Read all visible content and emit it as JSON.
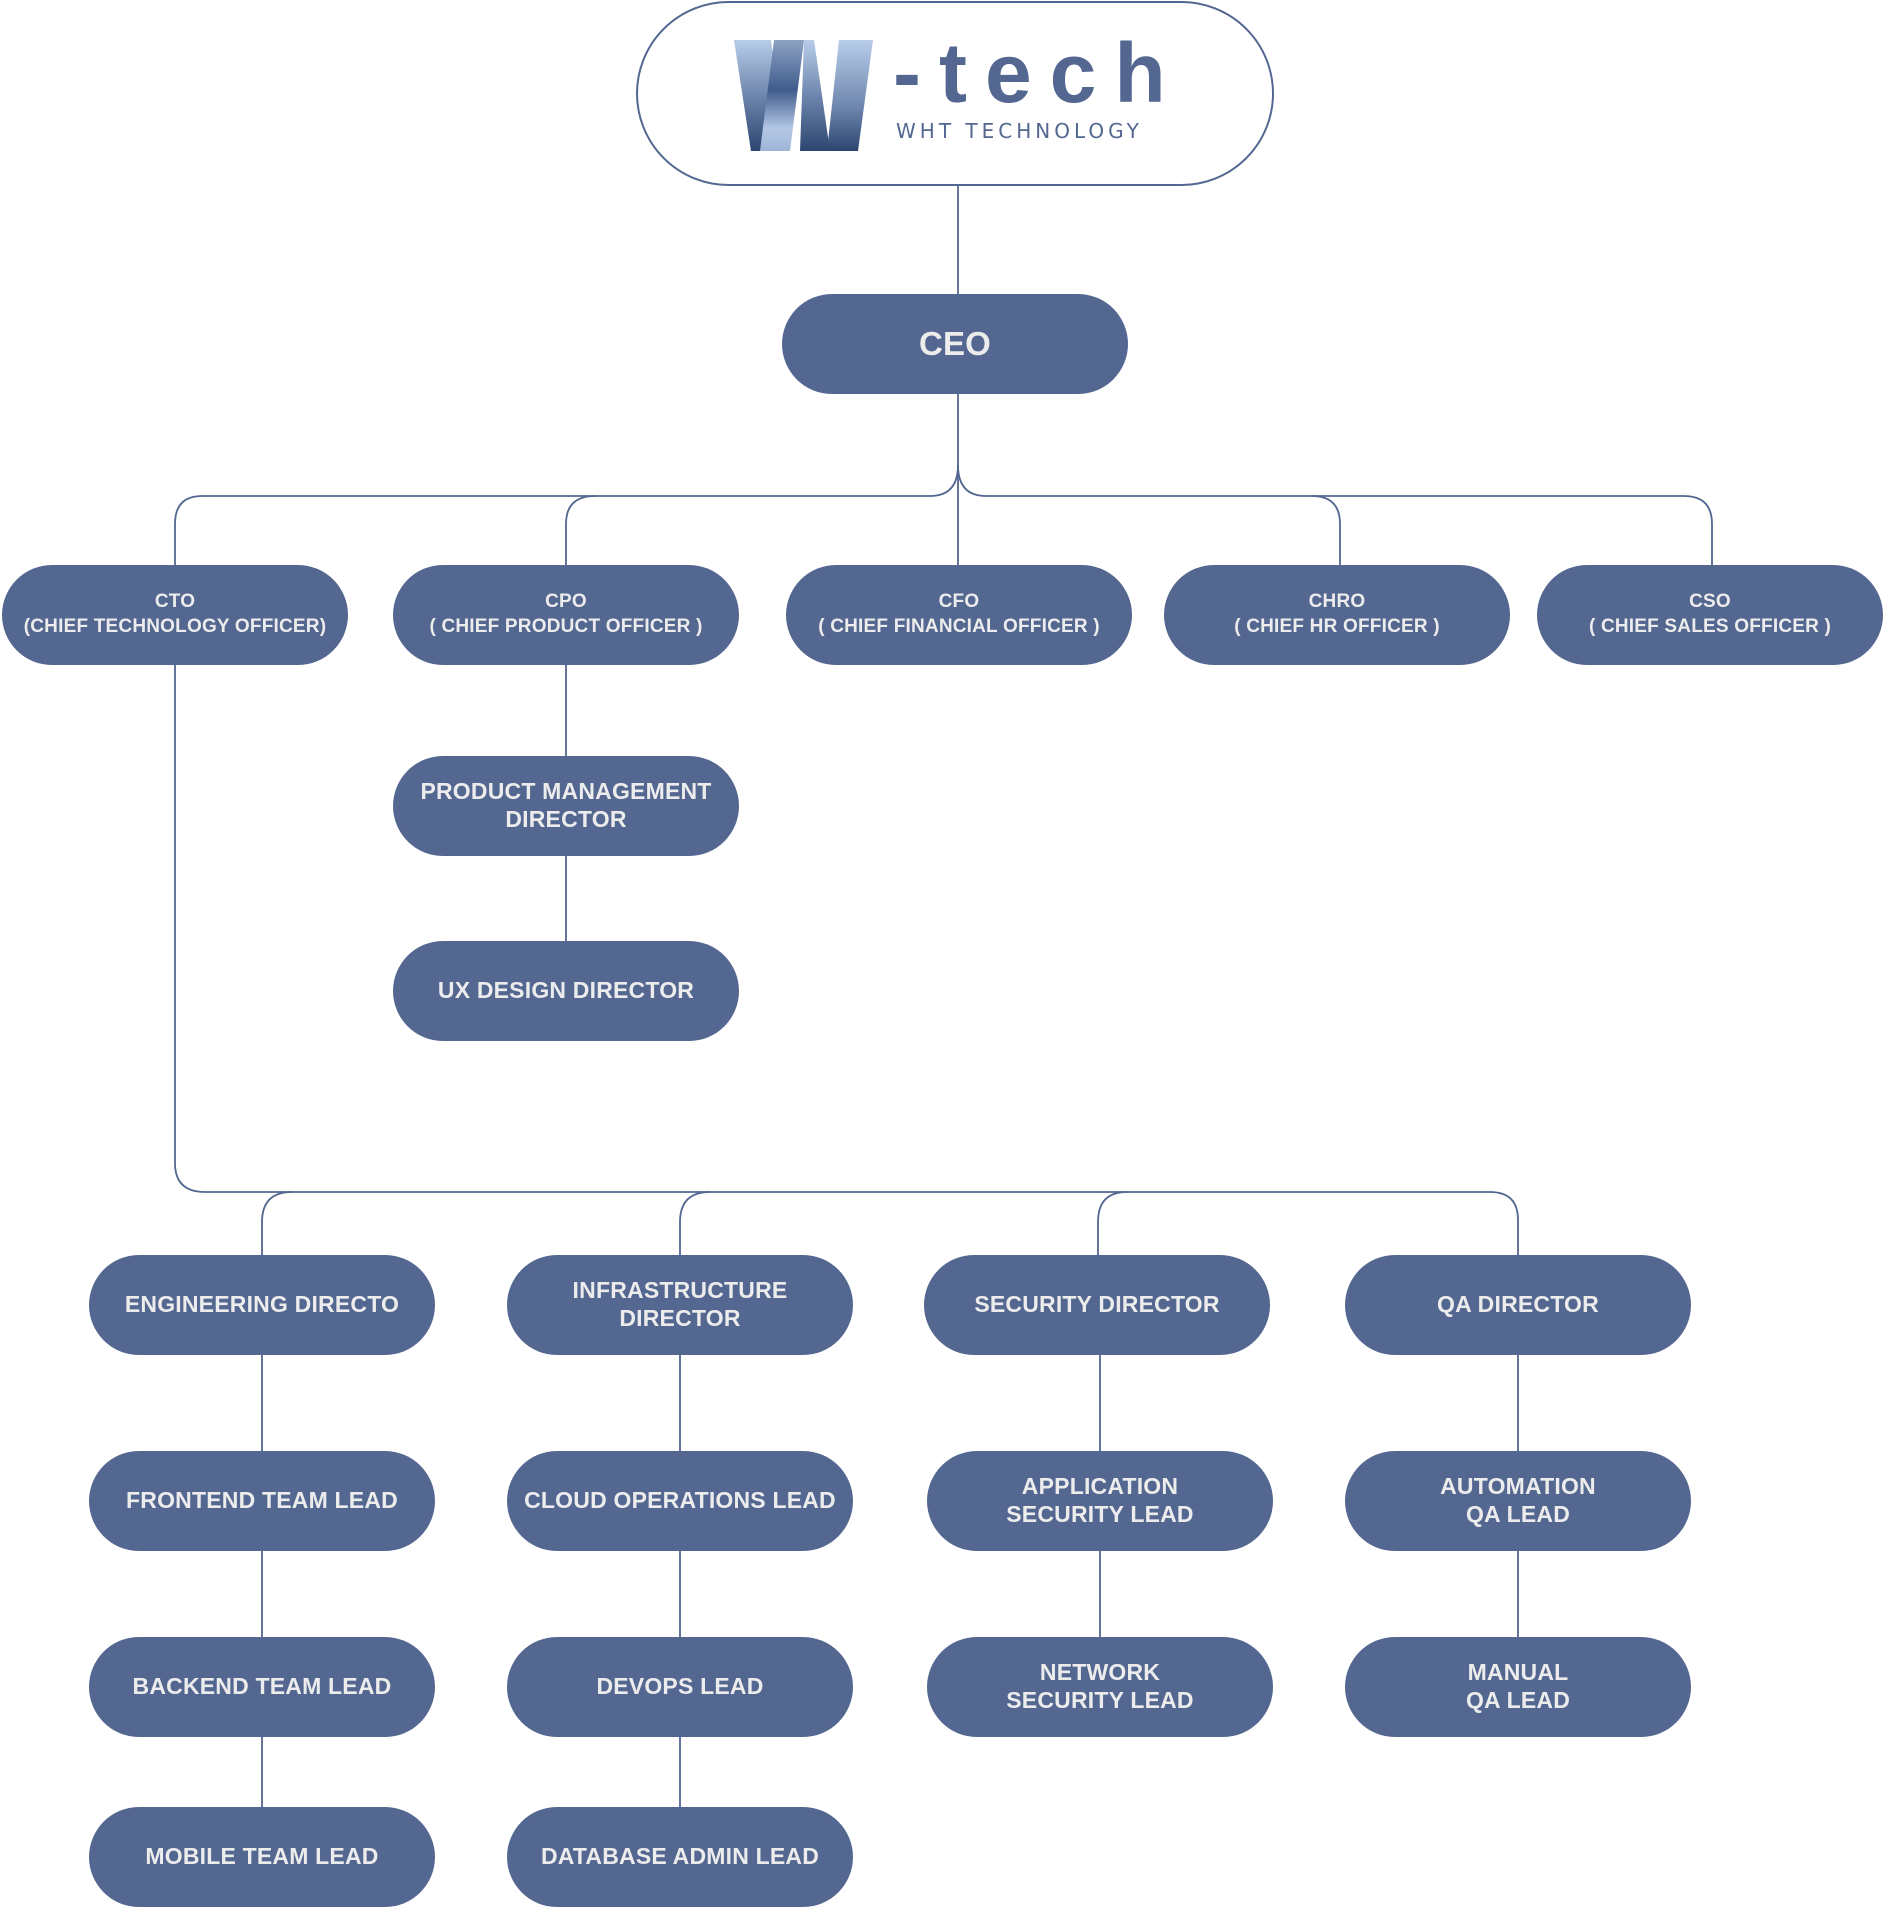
{
  "logo": {
    "wordmark": "-tech",
    "tagline": "WHT TECHNOLOGY",
    "icon": "w-ribbon-logo-icon"
  },
  "colors": {
    "node_fill": "#536791",
    "node_text": "#ececec",
    "connector": "#536791",
    "background": "#ffffff"
  },
  "ceo": {
    "label": "CEO"
  },
  "executives": [
    {
      "id": "cto",
      "abbr": "CTO",
      "full": "(CHIEF TECHNOLOGY OFFICER)"
    },
    {
      "id": "cpo",
      "abbr": "CPO",
      "full": "( CHIEF PRODUCT OFFICER )"
    },
    {
      "id": "cfo",
      "abbr": "CFO",
      "full": "( CHIEF FINANCIAL OFFICER )"
    },
    {
      "id": "chro",
      "abbr": "CHRO",
      "full": "( CHIEF HR OFFICER )"
    },
    {
      "id": "cso",
      "abbr": "CSO",
      "full": "( CHIEF SALES OFFICER )"
    }
  ],
  "cpo_reports": [
    {
      "line1": "PRODUCT MANAGEMENT",
      "line2": "DIRECTOR"
    },
    {
      "line1": "UX DESIGN DIRECTOR",
      "line2": ""
    }
  ],
  "cto_departments": [
    {
      "director": {
        "line1": "ENGINEERING DIRECTO",
        "line2": ""
      },
      "leads": [
        {
          "line1": "FRONTEND TEAM LEAD",
          "line2": ""
        },
        {
          "line1": "BACKEND TEAM LEAD",
          "line2": ""
        },
        {
          "line1": "MOBILE TEAM LEAD",
          "line2": ""
        }
      ]
    },
    {
      "director": {
        "line1": "INFRASTRUCTURE",
        "line2": "DIRECTOR"
      },
      "leads": [
        {
          "line1": "CLOUD OPERATIONS LEAD",
          "line2": ""
        },
        {
          "line1": "DEVOPS LEAD",
          "line2": ""
        },
        {
          "line1": "DATABASE ADMIN LEAD",
          "line2": ""
        }
      ]
    },
    {
      "director": {
        "line1": "SECURITY DIRECTOR",
        "line2": ""
      },
      "leads": [
        {
          "line1": "APPLICATION",
          "line2": "SECURITY LEAD"
        },
        {
          "line1": "NETWORK",
          "line2": "SECURITY LEAD"
        }
      ]
    },
    {
      "director": {
        "line1": "QA DIRECTOR",
        "line2": ""
      },
      "leads": [
        {
          "line1": "AUTOMATION",
          "line2": "QA LEAD"
        },
        {
          "line1": "MANUAL",
          "line2": "QA LEAD"
        }
      ]
    }
  ]
}
